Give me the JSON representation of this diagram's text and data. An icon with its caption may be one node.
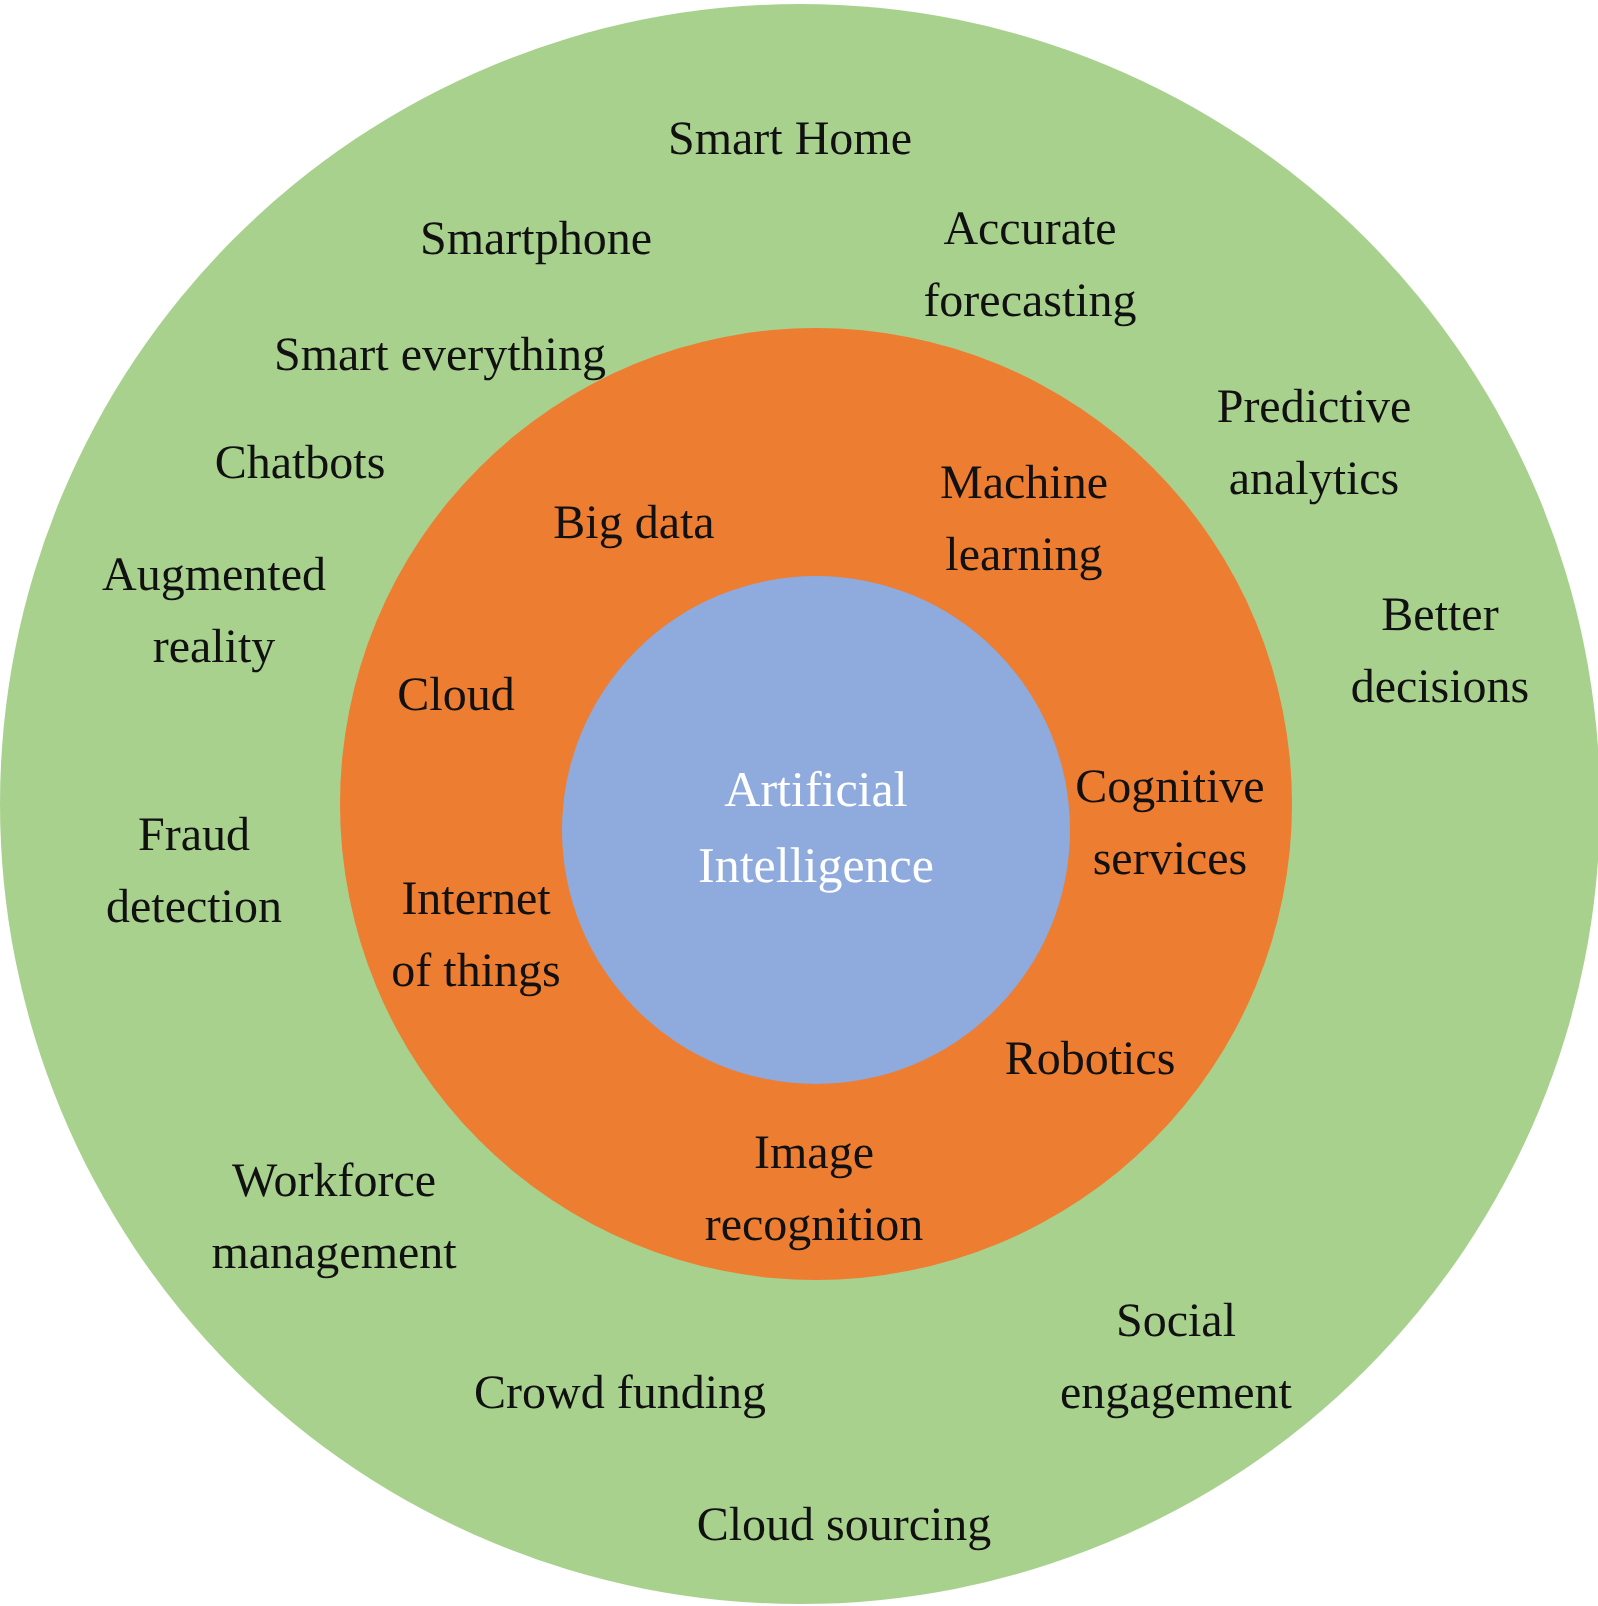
{
  "diagram": {
    "nodes": [
      {
        "text": [],
        "shape": "circle"
      },
      {
        "text": [],
        "shape": "circle",
        "in": 0
      },
      {
        "text": [
          "Artificial Intelligence"
        ],
        "in": 1
      }
    ],
    "labels": [
      "Smart Home",
      "Smartphone",
      "Accurate forecasting",
      "Smart everything",
      "Chatbots",
      "Predictive analytics",
      "Big data",
      "Machine learning",
      "Augmented reality",
      "Better decisions",
      "Cloud",
      "Cognitive services",
      "Fraud detection",
      "Internet of things",
      "Robotics",
      "Image recognition",
      "Workforce management",
      "Social engagement",
      "Crowd funding",
      "Cloud sourcing"
    ]
  }
}
